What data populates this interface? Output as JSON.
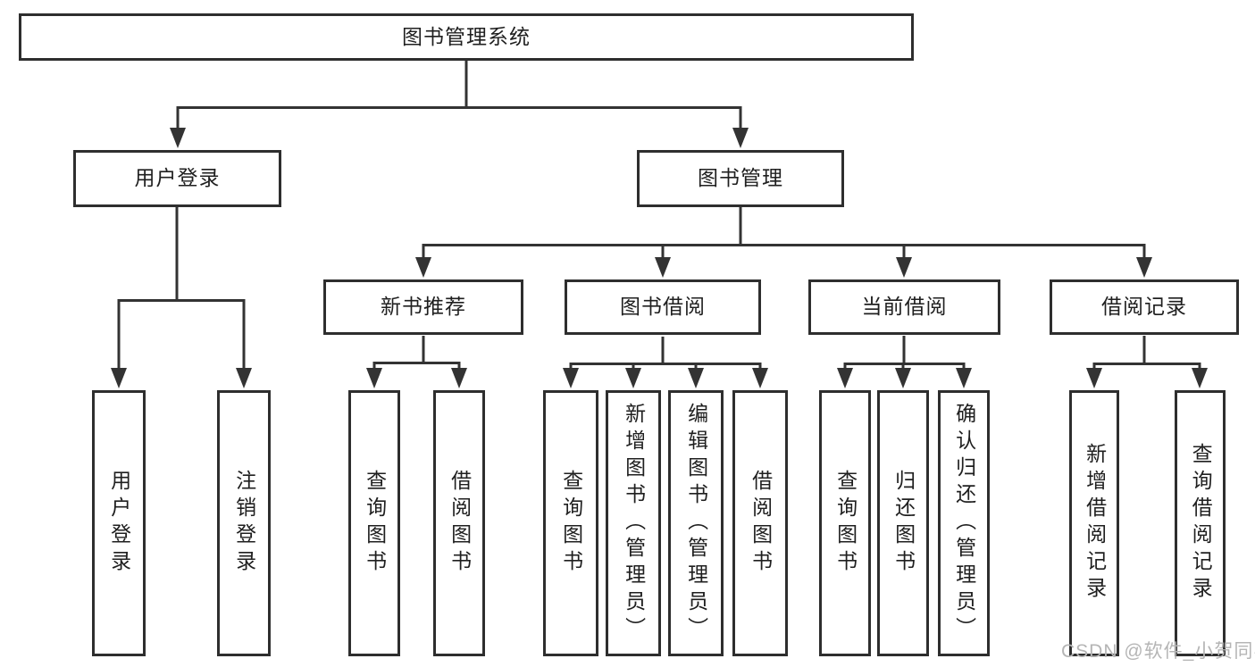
{
  "tree": {
    "label": "图书管理系统",
    "children": [
      {
        "label": "用户登录",
        "children": [
          {
            "label": "用户登录"
          },
          {
            "label": "注销登录"
          }
        ]
      },
      {
        "label": "图书管理",
        "children": [
          {
            "label": "新书推荐",
            "children": [
              {
                "label": "查询图书"
              },
              {
                "label": "借阅图书"
              }
            ]
          },
          {
            "label": "图书借阅",
            "children": [
              {
                "label": "查询图书"
              },
              {
                "label": "新增图书（管理员）"
              },
              {
                "label": "编辑图书（管理员）"
              },
              {
                "label": "借阅图书"
              }
            ]
          },
          {
            "label": "当前借阅",
            "children": [
              {
                "label": "查询图书"
              },
              {
                "label": "归还图书"
              },
              {
                "label": "确认归还（管理员）"
              }
            ]
          },
          {
            "label": "借阅记录",
            "children": [
              {
                "label": "新增借阅记录"
              },
              {
                "label": "查询借阅记录"
              }
            ]
          }
        ]
      }
    ]
  },
  "watermark": {
    "text": "CSDN @软件_小贺同学"
  },
  "colors": {
    "line": "#333333",
    "box_border": "#2e2e2e",
    "box_fill": "#ffffff",
    "text": "#1f1f1f",
    "watermark": "#b5b5b5",
    "background": "#ffffff"
  }
}
